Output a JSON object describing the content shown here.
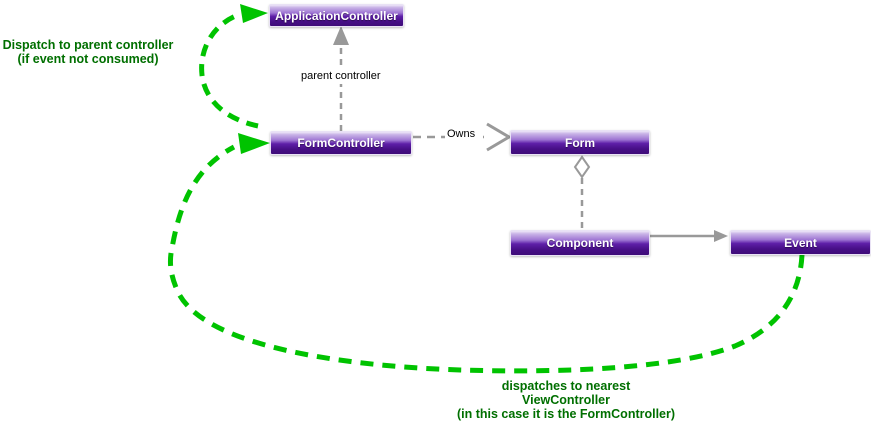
{
  "diagram": {
    "nodes": [
      {
        "id": "application-controller",
        "label": "ApplicationController"
      },
      {
        "id": "form-controller",
        "label": "FormController"
      },
      {
        "id": "form",
        "label": "Form"
      },
      {
        "id": "component",
        "label": "Component"
      },
      {
        "id": "event",
        "label": "Event"
      }
    ],
    "edge_labels": {
      "parent_controller": "parent controller",
      "owns": "Owns"
    },
    "annotations": {
      "top_left": {
        "lines": [
          "Dispatch to parent controller",
          "(if event not consumed)"
        ]
      },
      "bottom": {
        "lines": [
          "dispatches to nearest",
          "ViewController",
          "(in this case it is the FormController)"
        ]
      }
    },
    "colors": {
      "bright_green": "#00C300",
      "dark_green_text": "#006F00",
      "gray_connector": "#999999",
      "box_purple_dark": "#470F86",
      "box_purple_light": "#C9B3E7",
      "box_text": "#FFFFFF",
      "label_bg": "#FFFFFF",
      "label_text": "#000000",
      "background": "#FFFFFF"
    }
  }
}
